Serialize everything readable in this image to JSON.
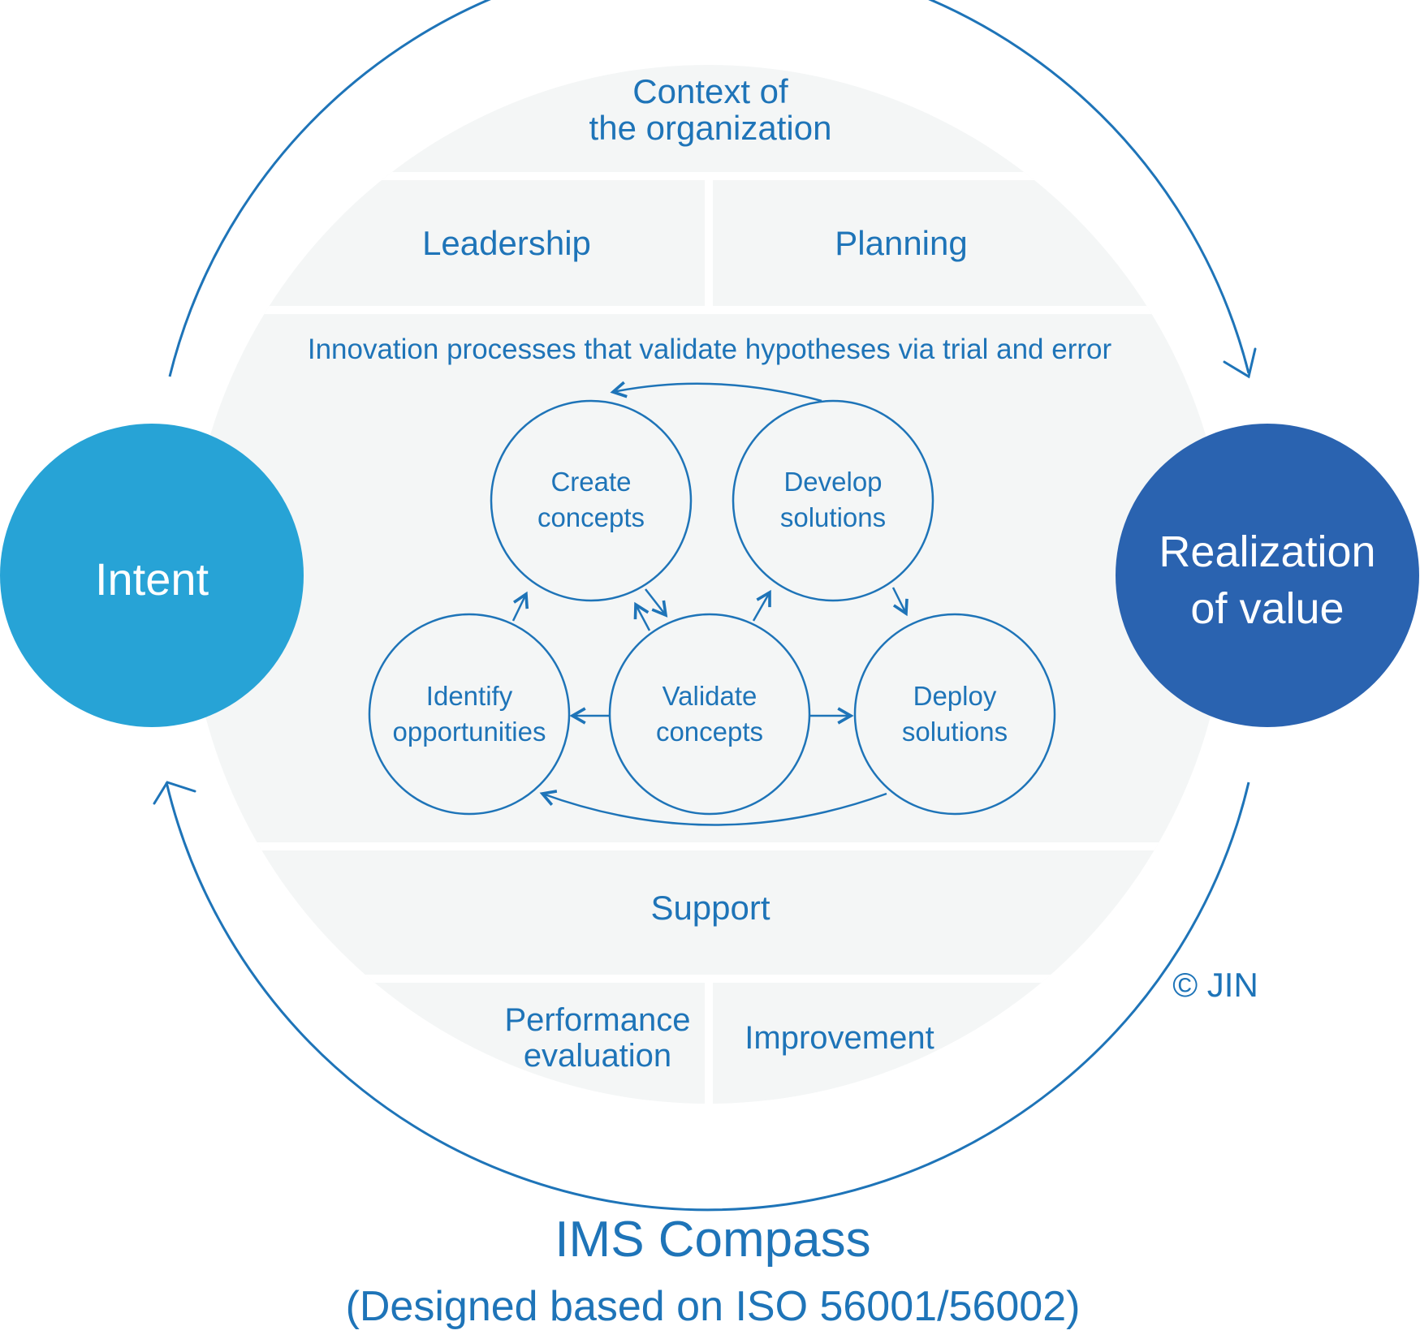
{
  "colors": {
    "primary_blue": "#1e74b8",
    "intent_fill": "#27a3d6",
    "value_fill": "#2a63b0",
    "panel_fill": "#f4f6f6",
    "divider": "#ffffff"
  },
  "sections": {
    "context_line1": "Context of",
    "context_line2": "the organization",
    "leadership": "Leadership",
    "planning": "Planning",
    "innovation_title": "Innovation processes that validate hypotheses via trial and error",
    "support": "Support",
    "performance_line1": "Performance",
    "performance_line2": "evaluation",
    "improvement": "Improvement"
  },
  "process": {
    "create_1": "Create",
    "create_2": "concepts",
    "develop_1": "Develop",
    "develop_2": "solutions",
    "identify_1": "Identify",
    "identify_2": "opportunities",
    "validate_1": "Validate",
    "validate_2": "concepts",
    "deploy_1": "Deploy",
    "deploy_2": "solutions"
  },
  "sides": {
    "intent": "Intent",
    "value_1": "Realization",
    "value_2": "of value"
  },
  "copyright": "© JIN",
  "caption": {
    "title": "IMS Compass",
    "subtitle": "(Designed based on ISO 56001/56002)"
  }
}
